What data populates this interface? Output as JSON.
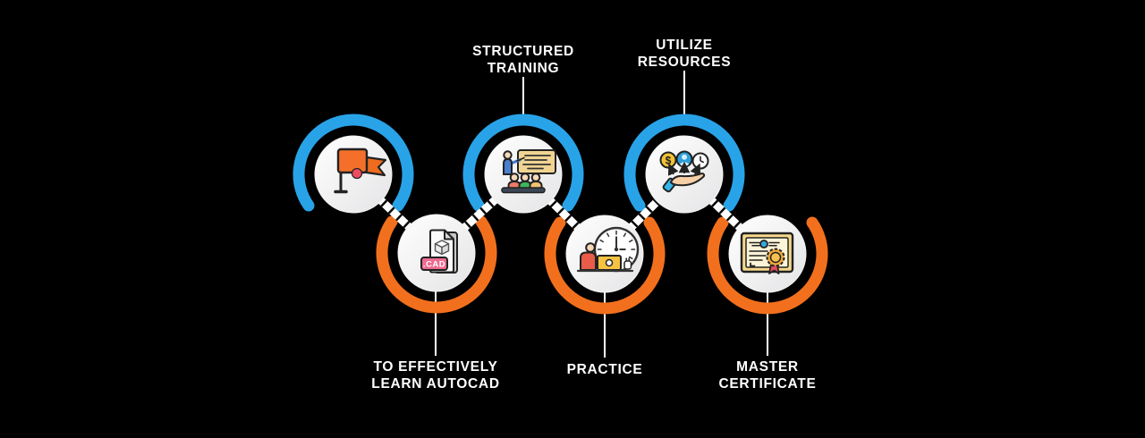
{
  "infographic": {
    "background_color": "#000000",
    "accent_blue": "#29a3e8",
    "accent_orange": "#f2701d",
    "text_color": "#ffffff",
    "connector_style": "white-band-dark-rungs",
    "steps": [
      {
        "name": "start",
        "row": "top",
        "ring_color": "#29a3e8",
        "icon": "flag-icon"
      },
      {
        "name": "learn-autocad",
        "row": "bottom",
        "ring_color": "#f2701d",
        "icon": "cad-file-icon",
        "badge": ".CAD",
        "label1": "TO EFFECTIVELY",
        "label2": "LEARN AUTOCAD"
      },
      {
        "name": "structured-training",
        "row": "top",
        "ring_color": "#29a3e8",
        "icon": "presentation-training-icon",
        "label1": "STRUCTURED",
        "label2": "TRAINING"
      },
      {
        "name": "practice",
        "row": "bottom",
        "ring_color": "#f2701d",
        "icon": "laptop-timer-icon",
        "label1": "PRACTICE"
      },
      {
        "name": "utilize-resources",
        "row": "top",
        "ring_color": "#29a3e8",
        "icon": "hand-offering-resources-icon",
        "label1": "UTILIZE",
        "label2": "RESOURCES"
      },
      {
        "name": "master-certificate",
        "row": "bottom",
        "ring_color": "#f2701d",
        "icon": "certificate-icon",
        "label1": "MASTER",
        "label2": "CERTIFICATE"
      }
    ]
  }
}
